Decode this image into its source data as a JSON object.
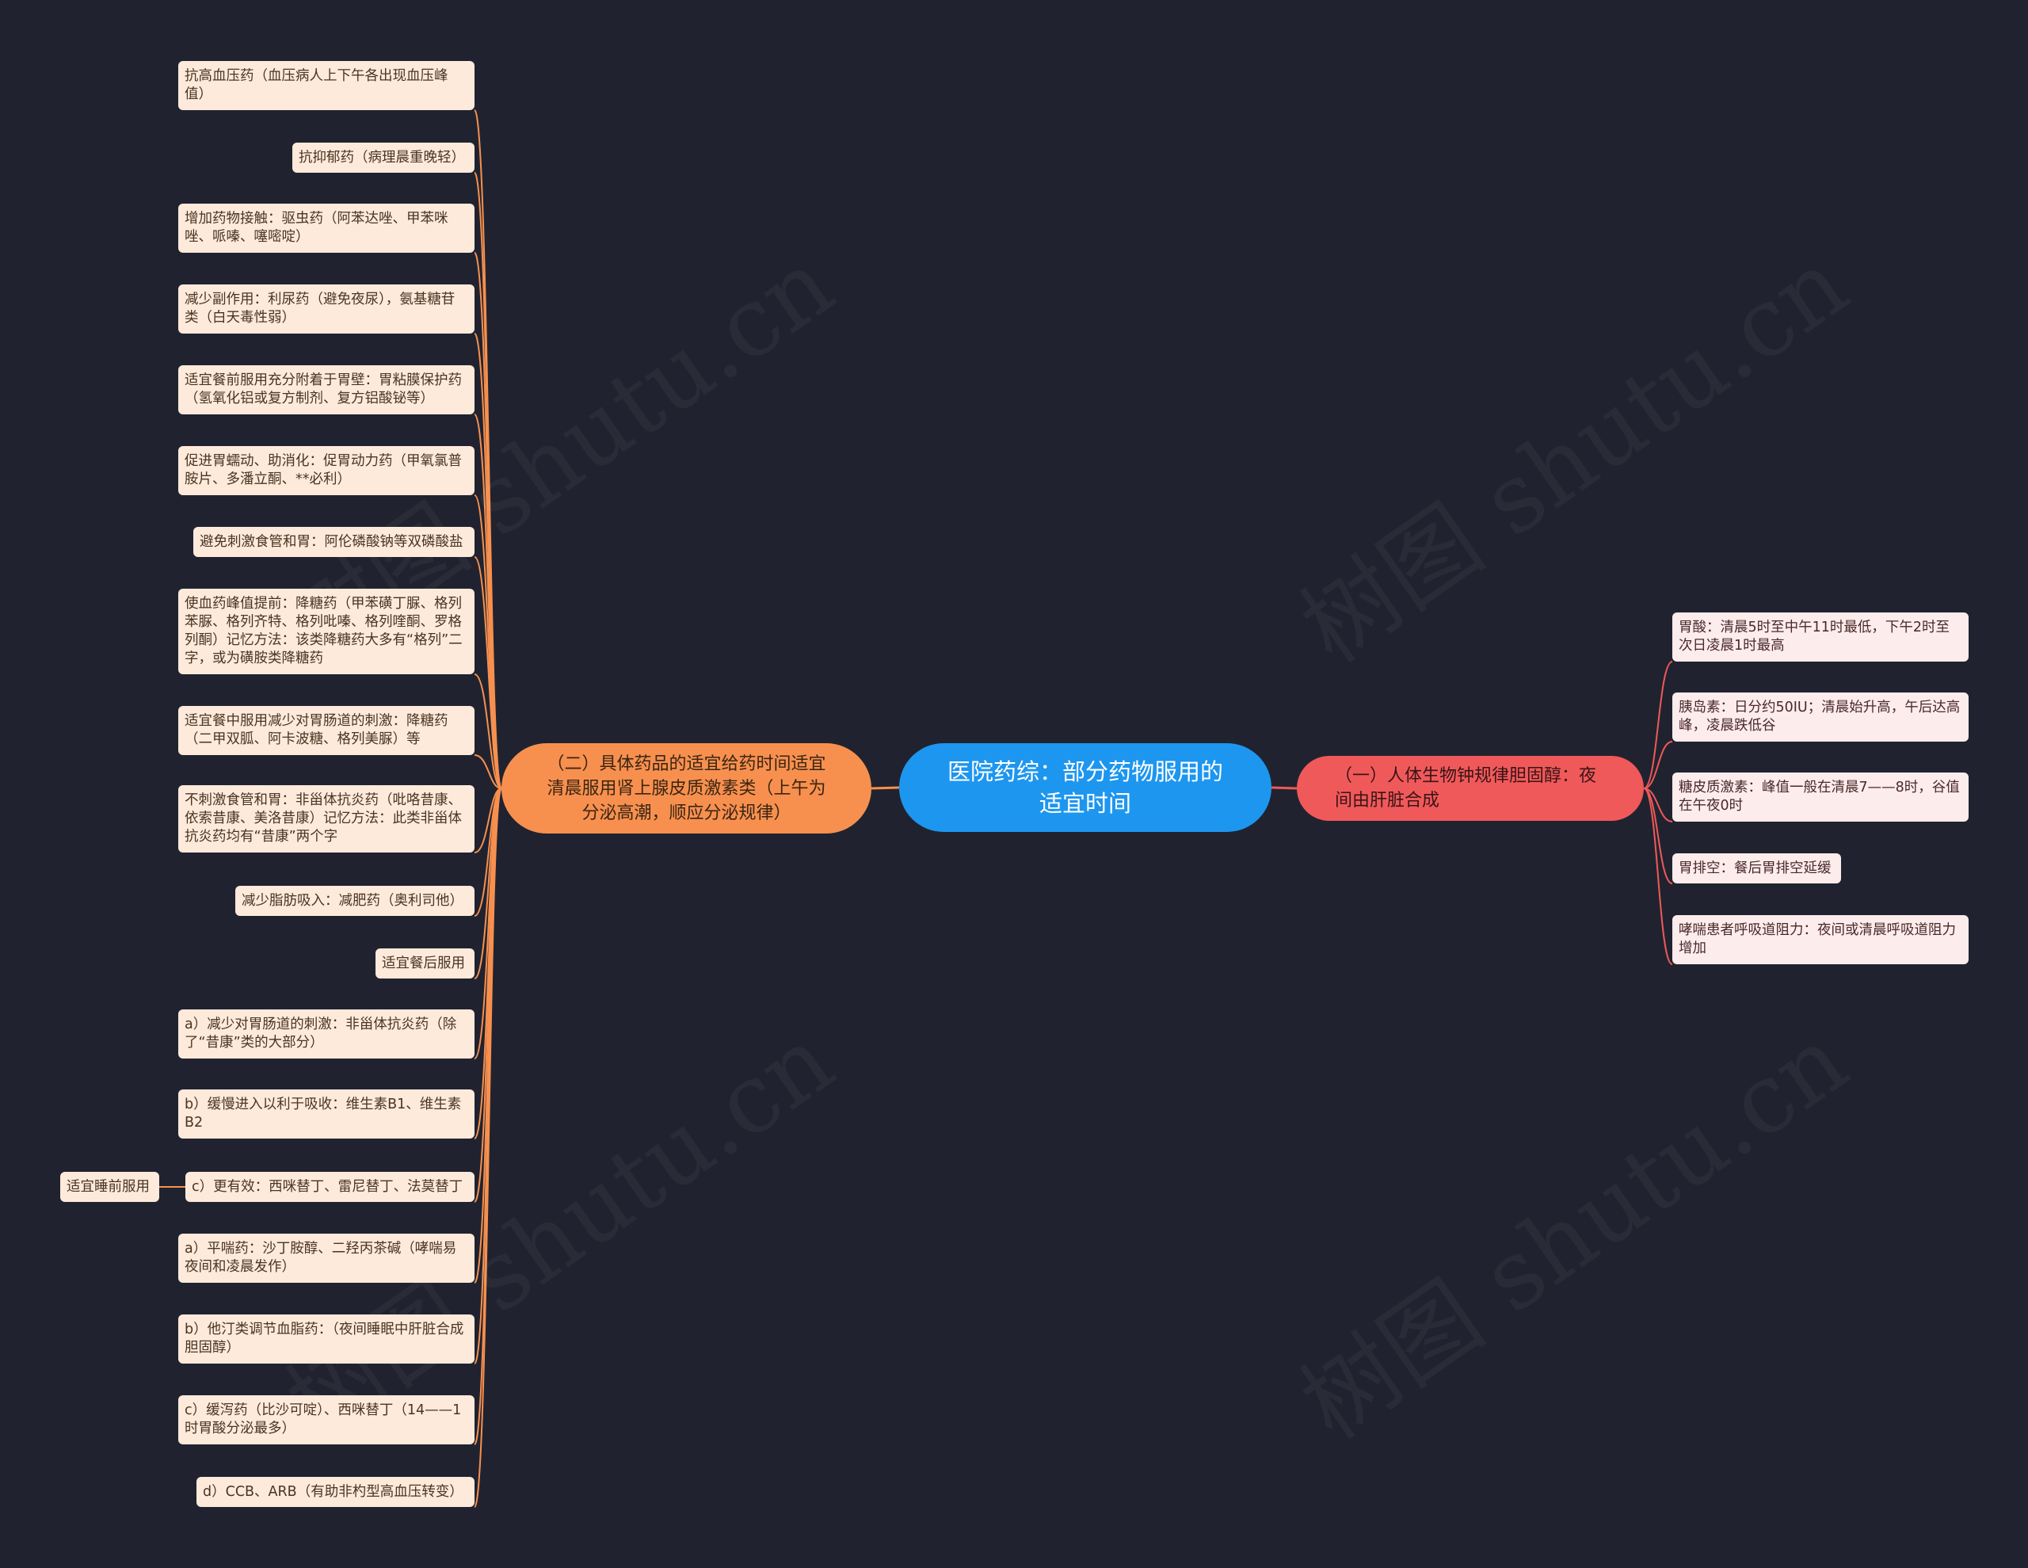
{
  "root": {
    "label": "医院药综：部分药物服用的适宜时间"
  },
  "left_branch": {
    "label": "（二）具体药品的适宜给药时间适宜清晨服用肾上腺皮质激素类（上午为分泌高潮，顺应分泌规律）",
    "leaves": [
      "抗高血压药（血压病人上下午各出现血压峰值）",
      "抗抑郁药（病理晨重晚轻）",
      "增加药物接触：驱虫药（阿苯达唑、甲苯咪唑、哌嗪、噻嘧啶）",
      "减少副作用：利尿药（避免夜尿），氨基糖苷类（白天毒性弱）",
      "适宜餐前服用充分附着于胃壁：胃粘膜保护药（氢氧化铝或复方制剂、复方铝酸铋等）",
      "促进胃蠕动、助消化：促胃动力药（甲氧氯普胺片、多潘立酮、**必利）",
      "避免刺激食管和胃：阿伦磷酸钠等双磷酸盐",
      "使血药峰值提前：降糖药（甲苯磺丁脲、格列苯脲、格列齐特、格列吡嗪、格列喹酮、罗格列酮）记忆方法：该类降糖药大多有“格列”二字，或为磺胺类降糖药",
      "适宜餐中服用减少对胃肠道的刺激：降糖药（二甲双胍、阿卡波糖、格列美脲）等",
      "不刺激食管和胃：非甾体抗炎药（吡咯昔康、依索昔康、美洛昔康）记忆方法：此类非甾体抗炎药均有“昔康”两个字",
      "减少脂肪吸入：减肥药（奥利司他）",
      "适宜餐后服用",
      "a）减少对胃肠道的刺激：非甾体抗炎药（除了“昔康”类的大部分）",
      "b）缓慢进入以利于吸收：维生素B1、维生素B2",
      "c）更有效：西咪替丁、雷尼替丁、法莫替丁",
      "a）平喘药：沙丁胺醇、二羟丙茶碱（哮喘易夜间和凌晨发作）",
      "b）他汀类调节血脂药：（夜间睡眠中肝脏合成胆固醇）",
      "c）缓泻药（比沙可啶）、西咪替丁（14——1时胃酸分泌最多）",
      "d）CCB、ARB（有助非杓型高血压转变）"
    ],
    "sub_leaf": "适宜睡前服用"
  },
  "right_branch": {
    "label": "（一）人体生物钟规律胆固醇：夜间由肝脏合成",
    "leaves": [
      "胃酸：清晨5时至中午11时最低，下午2时至次日凌晨1时最高",
      "胰岛素：日分约50IU；清晨始升高，午后达高峰，凌晨跌低谷",
      "糖皮质激素：峰值一般在清晨7——8时，谷值在午夜0时",
      "胃排空：餐后胃排空延缓",
      "哮喘患者呼吸道阻力：夜间或清晨呼吸道阻力增加"
    ]
  },
  "watermark": {
    "text": "树图 shutu.cn"
  },
  "colors": {
    "background": "#20232f",
    "root": "#1d96f0",
    "left_branch": "#f7904f",
    "right_branch": "#f0595a",
    "leaf_left": "#fdeadb",
    "leaf_right": "#fdecec"
  }
}
